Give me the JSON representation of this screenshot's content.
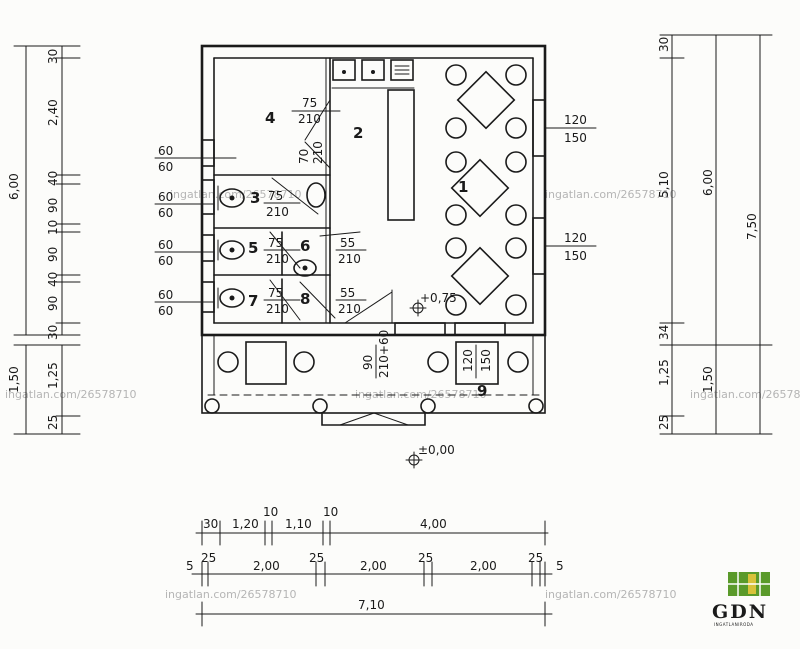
{
  "left_dims": {
    "outer_total": "6,00",
    "segments": [
      "30",
      "2,40",
      "40",
      "90",
      "10",
      "90",
      "40",
      "90",
      "30"
    ],
    "porch_total": "1,50",
    "porch_segments": [
      "1,25",
      "25"
    ]
  },
  "right_dims": {
    "total": "7,50",
    "inner": "6,00",
    "middle": "5,10",
    "segments": [
      "30",
      "34",
      "1,25"
    ],
    "porch_total": "1,50",
    "bottom_seg": "25"
  },
  "bottom_dims": {
    "row1": [
      "30",
      "1,20",
      "10",
      "1,10",
      "10",
      "4,00"
    ],
    "row2": [
      "5",
      "25",
      "2,00",
      "25",
      "2,00",
      "25",
      "2,00",
      "25",
      "5"
    ],
    "total": "7,10"
  },
  "rooms": {
    "r1": "1",
    "r2": "2",
    "r3": "3",
    "r4": "4",
    "r5": "5",
    "r6": "6",
    "r7": "7",
    "r8": "8",
    "r9": "9"
  },
  "openings": {
    "w_left_1": [
      "60",
      "60"
    ],
    "w_left_3": [
      "60",
      "60"
    ],
    "w_left_5": [
      "60",
      "60"
    ],
    "w_left_7": [
      "60",
      "60"
    ],
    "w_right_top": [
      "120",
      "150"
    ],
    "w_right_mid": [
      "120",
      "150"
    ],
    "door_4": [
      "75",
      "210"
    ],
    "door_small": [
      "70",
      "210"
    ],
    "door_3": [
      "75",
      "210"
    ],
    "door_5": [
      "75",
      "210"
    ],
    "door_6": [
      "55",
      "210"
    ],
    "door_7": [
      "75",
      "210"
    ],
    "door_8": [
      "55",
      "210"
    ],
    "entrance": [
      "90",
      "210+60"
    ],
    "porch_window": [
      "120",
      "150"
    ]
  },
  "levels": {
    "floor": "+0,75",
    "ground": "±0,00"
  },
  "watermark": "ingatlan.com/26578710",
  "logo": {
    "name": "GDN",
    "sub": "INGATLANIRODA",
    "green": "#5a9a2a",
    "yellow": "#d9c23a"
  }
}
